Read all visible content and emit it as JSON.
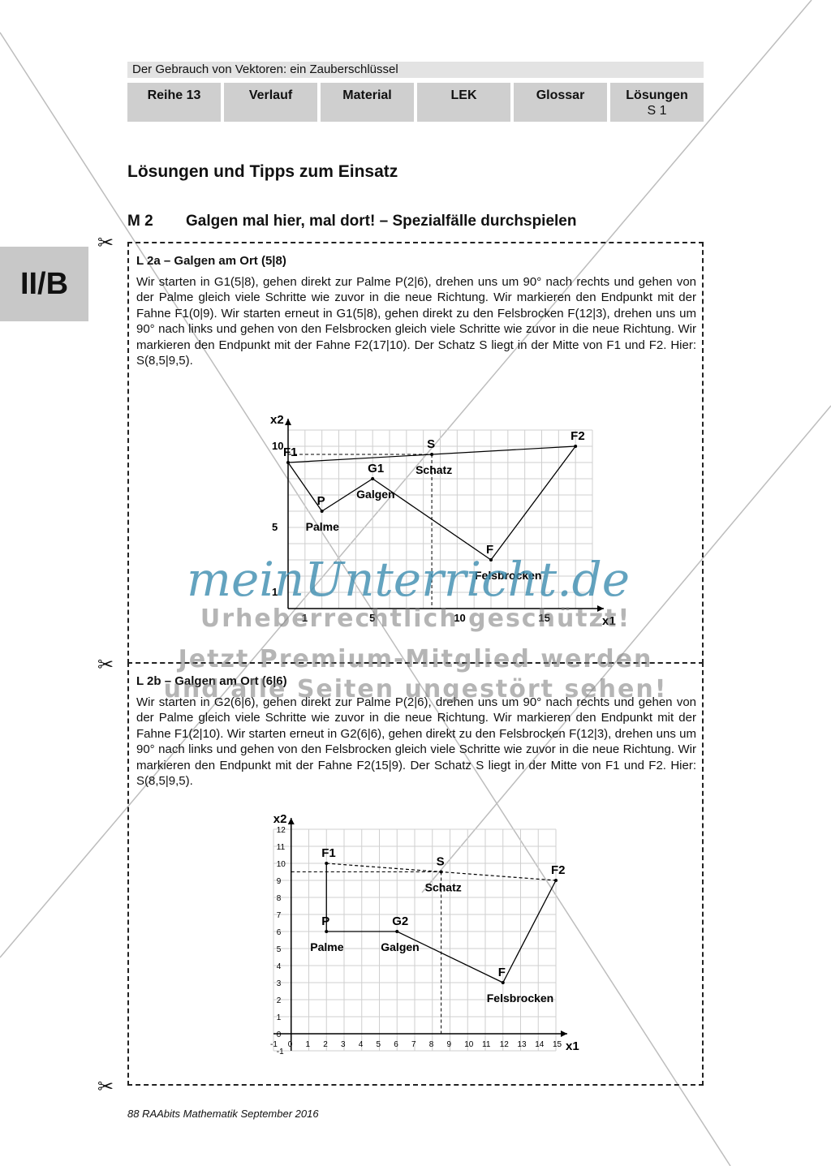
{
  "header": {
    "title": "Der Gebrauch von Vektoren: ein Zauberschlüssel",
    "tabs": [
      "Reihe 13",
      "Verlauf",
      "Material",
      "LEK",
      "Glossar"
    ],
    "last_tab_label": "Lösungen",
    "last_tab_sub": "S 1"
  },
  "side_badge": "II/B",
  "page_title": "Lösungen und Tipps zum Einsatz",
  "section": {
    "number": "M 2",
    "title": "Galgen mal hier, mal dort! – Spezialfälle durchspielen"
  },
  "l2a": {
    "heading": "L 2a – Galgen am Ort (5|8)",
    "text": "Wir starten in G1(5|8), gehen direkt zur Palme P(2|6), drehen uns um 90° nach rechts und gehen von der Palme gleich viele Schritte wie zuvor in die neue Richtung. Wir markieren den Endpunkt mit der Fahne F1(0|9). Wir starten erneut in G1(5|8), gehen direkt zu den Felsbrocken F(12|3), drehen uns um 90° nach links und gehen von den Felsbrocken gleich viele Schritte wie zuvor in die neue Richtung. Wir markieren den Endpunkt mit der Fahne F2(17|10). Der Schatz S liegt in der Mitte von F1 und F2. Hier: S(8,5|9,5)."
  },
  "l2b": {
    "heading": "L 2b – Galgen am Ort (6|6)",
    "text": "Wir starten in G2(6|6), gehen direkt zur Palme P(2|6), drehen uns um 90° nach rechts und gehen von der Palme gleich viele Schritte wie zuvor in die neue Richtung. Wir markieren den Endpunkt mit der Fahne F1(2|10). Wir starten erneut in G2(6|6), gehen direkt zu den Felsbrocken F(12|3), drehen uns um 90° nach links und gehen von den Felsbrocken gleich viele Schritte wie zuvor in die neue Richtung. Wir markieren den Endpunkt mit der Fahne F2(15|9). Der Schatz S liegt in der Mitte von F1 und F2. Hier: S(8,5|9,5)."
  },
  "chart_data": [
    {
      "type": "line",
      "xlabel": "x1",
      "ylabel": "x2",
      "xlim": [
        0,
        18
      ],
      "ylim": [
        0,
        11
      ],
      "x_ticks": [
        1,
        5,
        10,
        15
      ],
      "y_ticks": [
        1,
        5,
        10
      ],
      "points": [
        {
          "label": "F1",
          "x": 0,
          "y": 9
        },
        {
          "label": "P",
          "x": 2,
          "y": 6,
          "name": "Palme"
        },
        {
          "label": "G1",
          "x": 5,
          "y": 8,
          "name": "Galgen"
        },
        {
          "label": "F",
          "x": 12,
          "y": 3,
          "name": "Felsbrocken"
        },
        {
          "label": "F2",
          "x": 17,
          "y": 10
        },
        {
          "label": "S",
          "x": 8.5,
          "y": 9.5,
          "name": "Schatz"
        }
      ],
      "paths": [
        [
          "F1",
          "P",
          "G1",
          "F",
          "F2"
        ],
        [
          "F1",
          "F2"
        ]
      ]
    },
    {
      "type": "line",
      "xlabel": "x1",
      "ylabel": "x2",
      "xlim": [
        -1,
        15
      ],
      "ylim": [
        -1,
        12
      ],
      "x_ticks": [
        -1,
        0,
        1,
        2,
        3,
        4,
        5,
        6,
        7,
        8,
        9,
        10,
        11,
        12,
        13,
        14,
        15
      ],
      "y_ticks": [
        -1,
        0,
        1,
        2,
        3,
        4,
        5,
        6,
        7,
        8,
        9,
        10,
        11,
        12
      ],
      "points": [
        {
          "label": "F1",
          "x": 2,
          "y": 10
        },
        {
          "label": "P",
          "x": 2,
          "y": 6,
          "name": "Palme"
        },
        {
          "label": "G2",
          "x": 6,
          "y": 6,
          "name": "Galgen"
        },
        {
          "label": "F",
          "x": 12,
          "y": 3,
          "name": "Felsbrocken"
        },
        {
          "label": "F2",
          "x": 15,
          "y": 9
        },
        {
          "label": "S",
          "x": 8.5,
          "y": 9.5,
          "name": "Schatz"
        }
      ],
      "paths": [
        [
          "F1",
          "P",
          "G2",
          "F",
          "F2"
        ],
        [
          "F1",
          "F2"
        ]
      ]
    }
  ],
  "watermark": {
    "logo": "meinUnterricht.de",
    "line1": "Urheberrechtlich geschützt!",
    "line2": "Jetzt Premium-Mitglied werden",
    "line3": "und alle Seiten ungestört sehen!"
  },
  "footer": "88 RAAbits Mathematik September 2016"
}
